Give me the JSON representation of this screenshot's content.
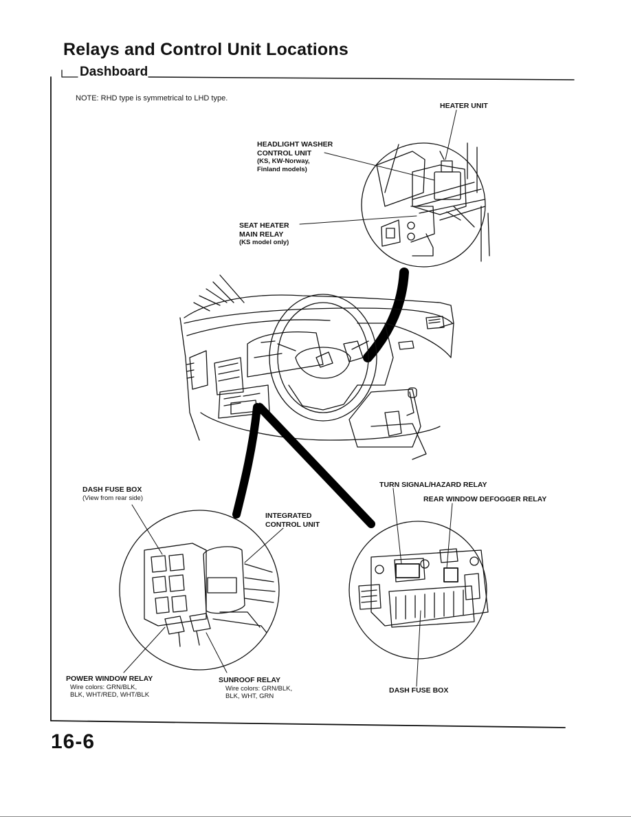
{
  "page": {
    "title": "Relays and Control Unit Locations",
    "section": "Dashboard",
    "note": "NOTE: RHD type is symmetrical to LHD type.",
    "page_number": "16-6"
  },
  "callouts": {
    "heater_unit": "HEATER UNIT",
    "headlight_washer": [
      "HEADLIGHT WASHER",
      "CONTROL UNIT",
      "(KS, KW-Norway,",
      "Finland models)"
    ],
    "seat_heater": [
      "SEAT HEATER",
      "MAIN RELAY",
      "(KS model only)"
    ],
    "dash_fuse_box_rear": [
      "DASH FUSE BOX",
      "(View from rear side)"
    ],
    "integrated_control_unit": [
      "INTEGRATED",
      "CONTROL UNIT"
    ],
    "turn_signal": "TURN SIGNAL/HAZARD RELAY",
    "rear_defogger": "REAR WINDOW DEFOGGER RELAY",
    "power_window": [
      "POWER WINDOW RELAY",
      "Wire colors: GRN/BLK,",
      "BLK, WHT/RED, WHT/BLK"
    ],
    "sunroof": [
      "SUNROOF RELAY",
      "Wire colors: GRN/BLK,",
      "BLK, WHT, GRN"
    ],
    "dash_fuse_box": "DASH FUSE BOX"
  }
}
